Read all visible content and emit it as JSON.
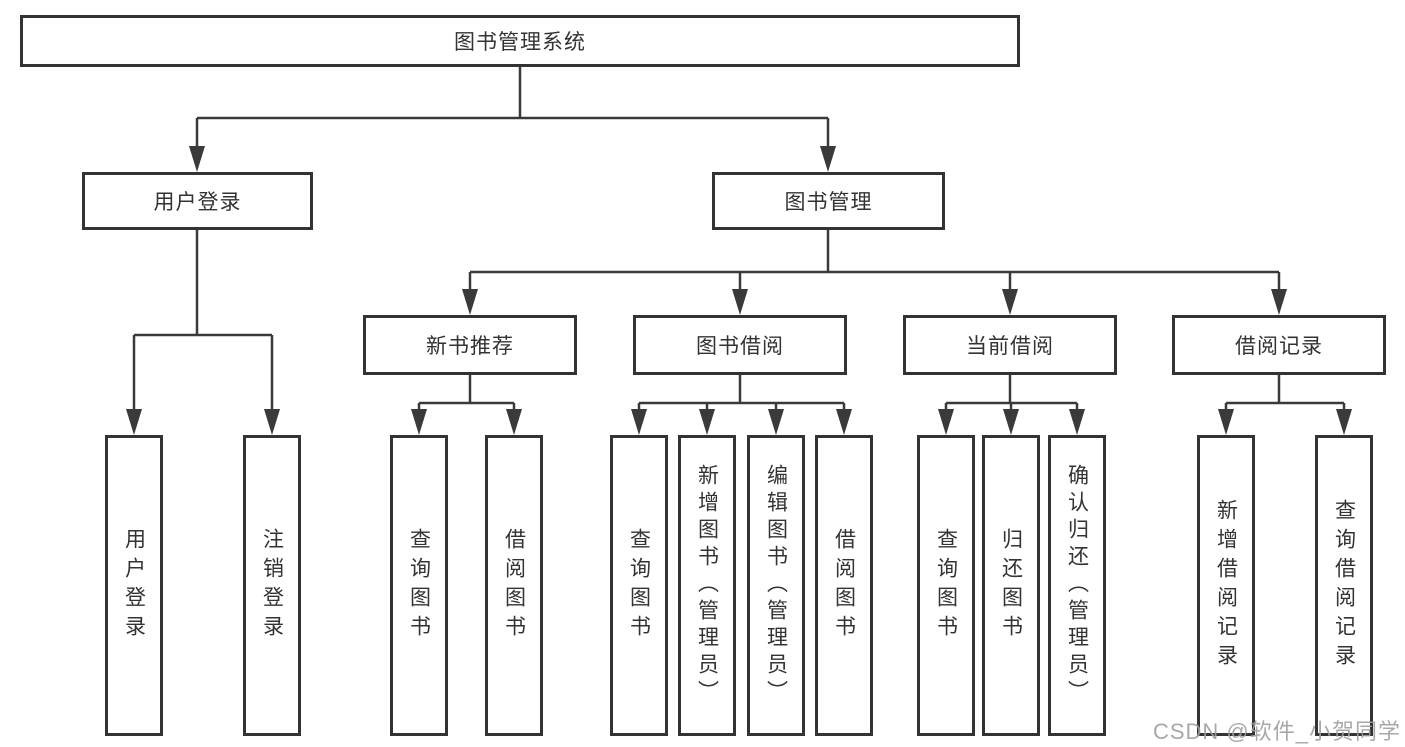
{
  "diagram_title": "图书管理系统",
  "tree": {
    "label": "图书管理系统",
    "children": [
      {
        "label": "用户登录",
        "children": [
          {
            "label": "用户登录"
          },
          {
            "label": "注销登录"
          }
        ]
      },
      {
        "label": "图书管理",
        "children": [
          {
            "label": "新书推荐",
            "children": [
              {
                "label": "查询图书"
              },
              {
                "label": "借阅图书"
              }
            ]
          },
          {
            "label": "图书借阅",
            "children": [
              {
                "label": "查询图书"
              },
              {
                "label": "新增图书（管理员）"
              },
              {
                "label": "编辑图书（管理员）"
              },
              {
                "label": "借阅图书"
              }
            ]
          },
          {
            "label": "当前借阅",
            "children": [
              {
                "label": "查询图书"
              },
              {
                "label": "归还图书"
              },
              {
                "label": "确认归还（管理员）"
              }
            ]
          },
          {
            "label": "借阅记录",
            "children": [
              {
                "label": "新增借阅记录"
              },
              {
                "label": "查询借阅记录"
              }
            ]
          }
        ]
      }
    ]
  },
  "watermark": {
    "text": "CSDN @软件_小贺同学"
  },
  "colors": {
    "line": "#3a3a3a",
    "box_border": "#333333",
    "box_bg": "#ffffff",
    "text": "#333333",
    "watermark": "#9e9e9e"
  }
}
